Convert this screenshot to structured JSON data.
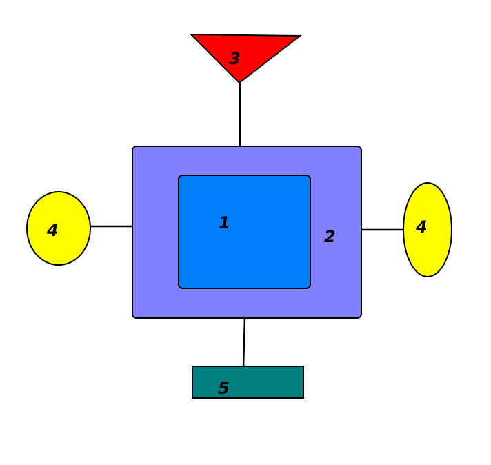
{
  "diagram": {
    "nodes": {
      "inner_square": {
        "label": "1",
        "color": "#007FFF"
      },
      "outer_frame": {
        "label": "2",
        "color": "#8080FF"
      },
      "top_triangle": {
        "label": "3",
        "color": "#FF0000"
      },
      "left_ellipse": {
        "label": "4",
        "color": "#FFFF00"
      },
      "right_ellipse": {
        "label": "4",
        "color": "#FFFF00"
      },
      "bottom_rect": {
        "label": "5",
        "color": "#008080"
      }
    },
    "connections": [
      {
        "from": "top_triangle",
        "to": "outer_frame"
      },
      {
        "from": "left_ellipse",
        "to": "outer_frame"
      },
      {
        "from": "right_ellipse",
        "to": "outer_frame"
      },
      {
        "from": "bottom_rect",
        "to": "outer_frame"
      }
    ]
  }
}
